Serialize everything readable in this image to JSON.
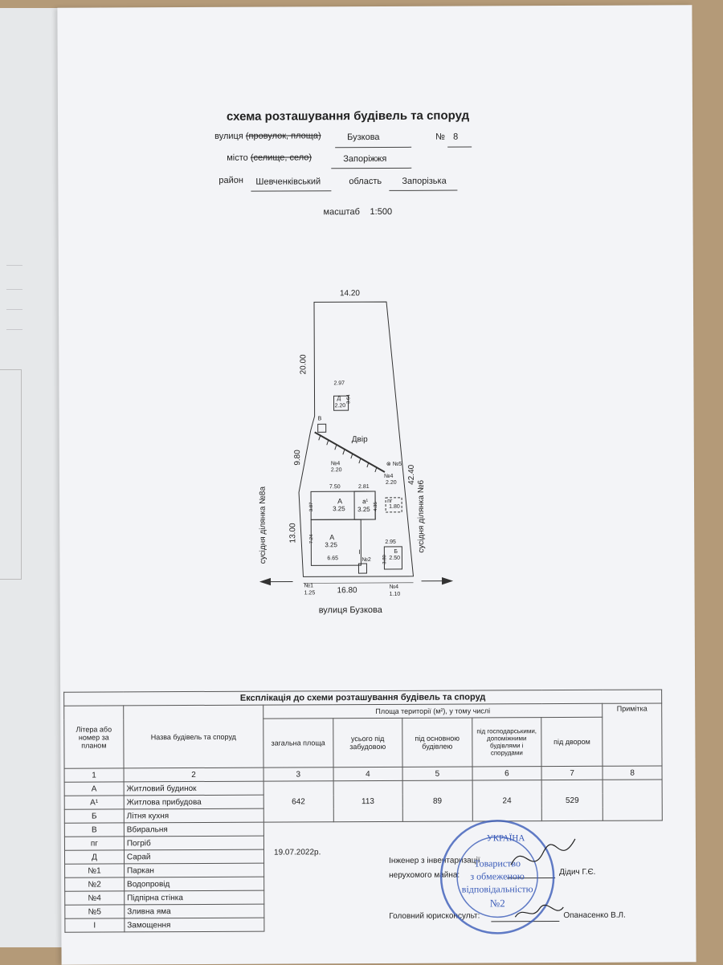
{
  "header": {
    "title": "схема розташування будівель та споруд",
    "street_label": "вулиця",
    "street_struck": "(провулок, площа)",
    "street_value": "Бузкова",
    "number_label": "№",
    "number_value": "8",
    "city_label": "місто",
    "city_struck": "(селище, село)",
    "city_value": "Запоріжжя",
    "district_label": "район",
    "district_value": "Шевченківський",
    "region_label": "область",
    "region_value": "Запорізька",
    "scale_label": "масштаб",
    "scale_value": "1:500"
  },
  "plan": {
    "top_width": "14.20",
    "left_upper": "20.00",
    "left_diag": "9.80",
    "left_lower": "13.00",
    "right_total": "42.40",
    "bottom_width": "16.80",
    "yard": "Двір",
    "neighbor_left": "сусідня ділянка №8а",
    "neighbor_right": "сусідня ділянка №6",
    "street_name": "вулиця Бузкова",
    "d_letter": "Д",
    "d_height": "2.20",
    "d_w": "2.97",
    "d_l": "3.64",
    "v_letter": "В",
    "no4_label": "№4",
    "no4_h": "2.20",
    "no5_label": "№5",
    "no4b_label": "№4",
    "no4b_h": "2.20",
    "a_top_len": "7.50",
    "a1_top_len": "2.81",
    "a_upper_letter": "А",
    "a_upper_h": "3.25",
    "a_upper_side": "3.87",
    "a1_letter": "а¹",
    "a1_h": "3.25",
    "a1_side": "4.35",
    "pg_letter": "пг",
    "pg_h": "1.80",
    "a_lower_letter": "А",
    "a_lower_h": "3.25",
    "a_lower_side": "7.24",
    "a_lower_bottom": "6.65",
    "b_top": "2.95",
    "b_letter": "Б",
    "b_h": "2.50",
    "b_side": "3.80",
    "no2_label": "№2",
    "no1_label": "№1",
    "no1_h": "1.25",
    "no4c_label": "№4",
    "no4c_h": "1.10",
    "roman_one": "I"
  },
  "table": {
    "title": "Експлікація до схеми розташування будівель та споруд",
    "col_letter": "Літера або номер за планом",
    "col_name": "Назва будівель та споруд",
    "col_area_group": "Площа території (м²), у тому числі",
    "col_total": "загальна площа",
    "col_built": "усього під забудовою",
    "col_main": "під основною будівлею",
    "col_aux": "під господарськими, допоміжними будівлями і спорудами",
    "col_yard": "під двором",
    "col_note": "Примітка",
    "nums": [
      "1",
      "2",
      "3",
      "4",
      "5",
      "6",
      "7",
      "8"
    ],
    "rows": [
      {
        "letter": "А",
        "name": "Житловий будинок"
      },
      {
        "letter": "А¹",
        "name": "Житлова прибудова"
      },
      {
        "letter": "Б",
        "name": "Літня кухня"
      },
      {
        "letter": "В",
        "name": "Вбиральня"
      },
      {
        "letter": "пг",
        "name": "Погріб"
      },
      {
        "letter": "Д",
        "name": "Сарай"
      },
      {
        "letter": "№1",
        "name": "Паркан"
      },
      {
        "letter": "№2",
        "name": "Водопровід"
      },
      {
        "letter": "№4",
        "name": "Підпірна стінка"
      },
      {
        "letter": "№5",
        "name": "Зливна яма"
      },
      {
        "letter": "І",
        "name": "Замощення"
      }
    ],
    "total_area": "642",
    "built_area": "113",
    "main_area": "89",
    "aux_area": "24",
    "yard_area": "529",
    "date": "19.07.2022р.",
    "engineer_role": "Інженер з інвентаризації нерухомого майна:",
    "engineer_name": "Дідич Г.Є.",
    "lawyer_role": "Головний юрисконсульт:",
    "lawyer_name": "Опанасенко В.Л."
  },
  "stamp": {
    "center_top": "Товариство",
    "center_mid": "з обмеженою",
    "center_low": "відповідальністю",
    "center_no": "№2",
    "ring_top": "УКРАЇНА"
  },
  "colors": {
    "stamp_blue": "#3a5bb8",
    "paper": "#f3f4f7",
    "ink": "#222222"
  }
}
